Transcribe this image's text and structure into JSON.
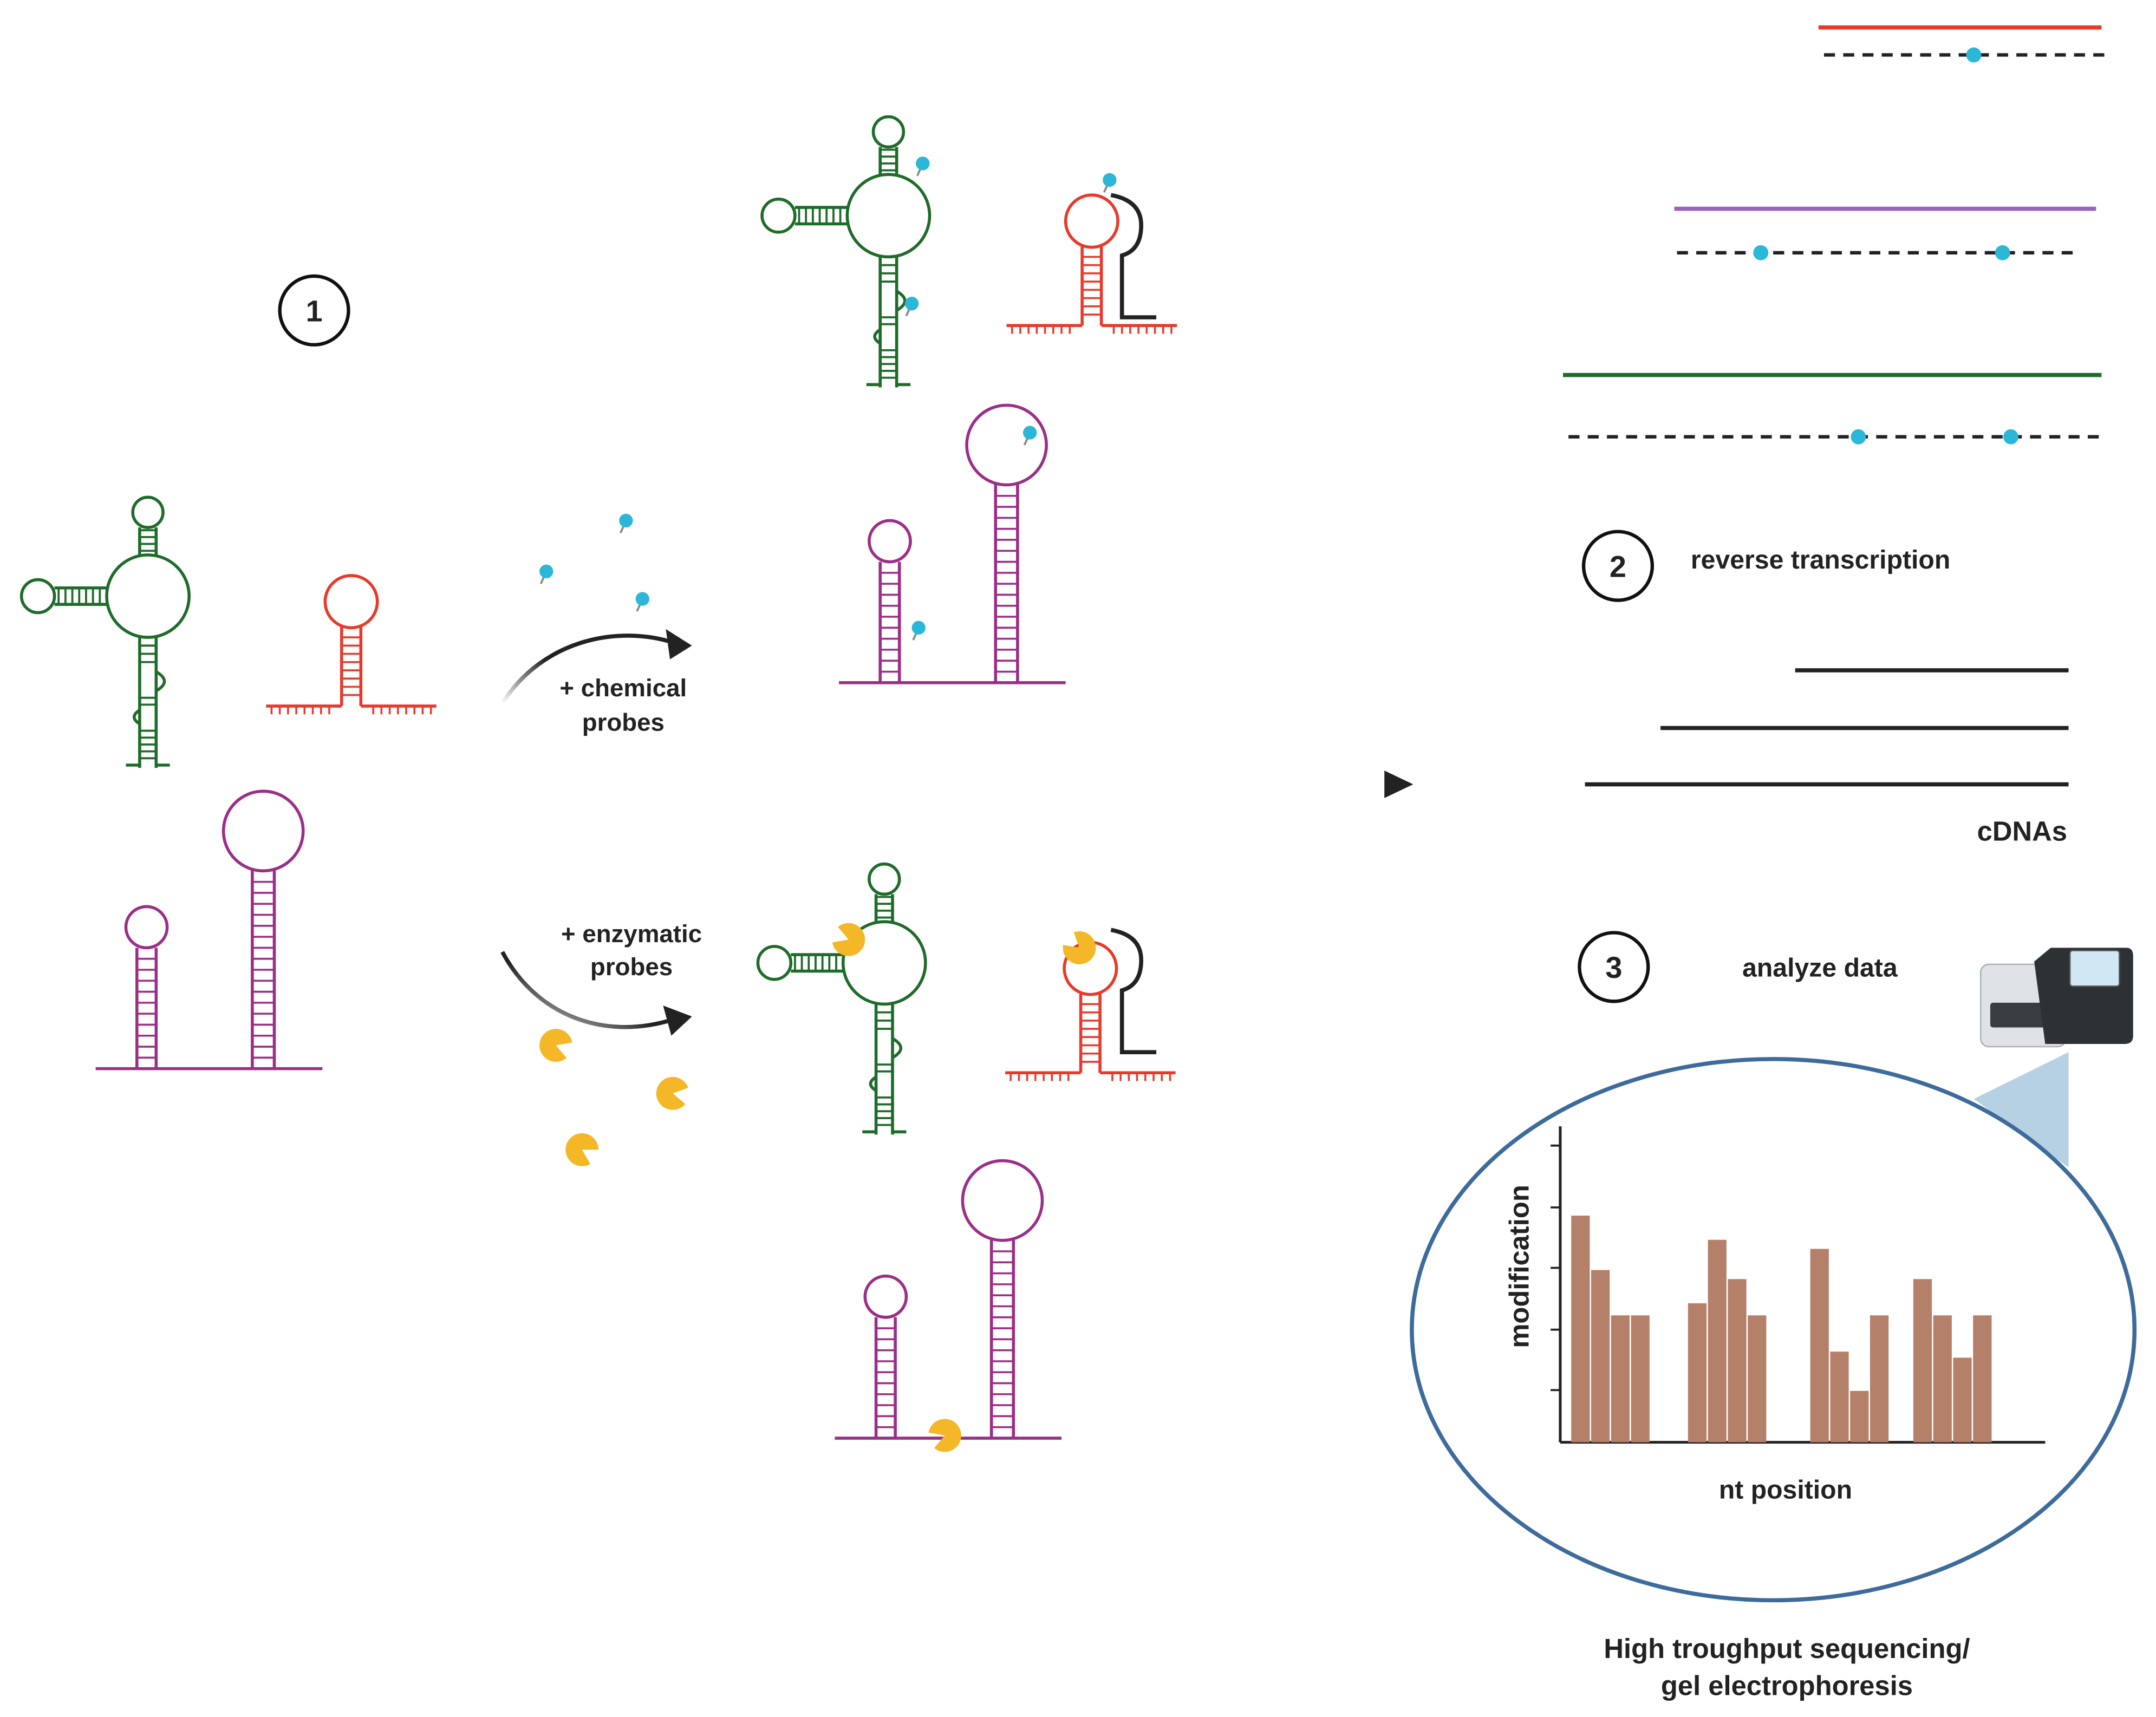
{
  "steps": {
    "step1": "1",
    "step2": "2",
    "step3": "3"
  },
  "labels": {
    "chemical_probes_line1": "+ chemical",
    "chemical_probes_line2": "probes",
    "enzymatic_probes_line1": "+ enzymatic",
    "enzymatic_probes_line2": "probes",
    "reverse_transcription": "reverse transcription",
    "cdnas": "cDNAs",
    "analyze_data": "analyze data",
    "caption_line1": "High troughput sequencing/",
    "caption_line2": "gel electrophoresis"
  },
  "colors": {
    "green_rna": "#1e6b2a",
    "red_rna": "#e8392b",
    "purple_rna": "#9b2e87",
    "chemical_probe": "#2bb8d8",
    "enzyme": "#f4b728",
    "cdna": "#222222",
    "violet_line": "#9a62b8",
    "ellipse": "#3d6b9c",
    "bars": "#b5806a",
    "beam": "#a9c9de"
  },
  "icons": {
    "probe": "chemical-probe-icon",
    "enzyme": "enzyme-pacman-icon",
    "sequencer": "sequencer-machine-icon"
  },
  "chart_data": {
    "type": "bar",
    "xlabel": "nt position",
    "ylabel": "modification",
    "groups": [
      [
        0.75,
        0.57,
        0.42,
        0.42
      ],
      [
        0.46,
        0.67,
        0.54,
        0.42
      ],
      [
        0.64,
        0.3,
        0.17,
        0.42
      ],
      [
        0.54,
        0.42,
        0.28,
        0.42
      ]
    ]
  }
}
